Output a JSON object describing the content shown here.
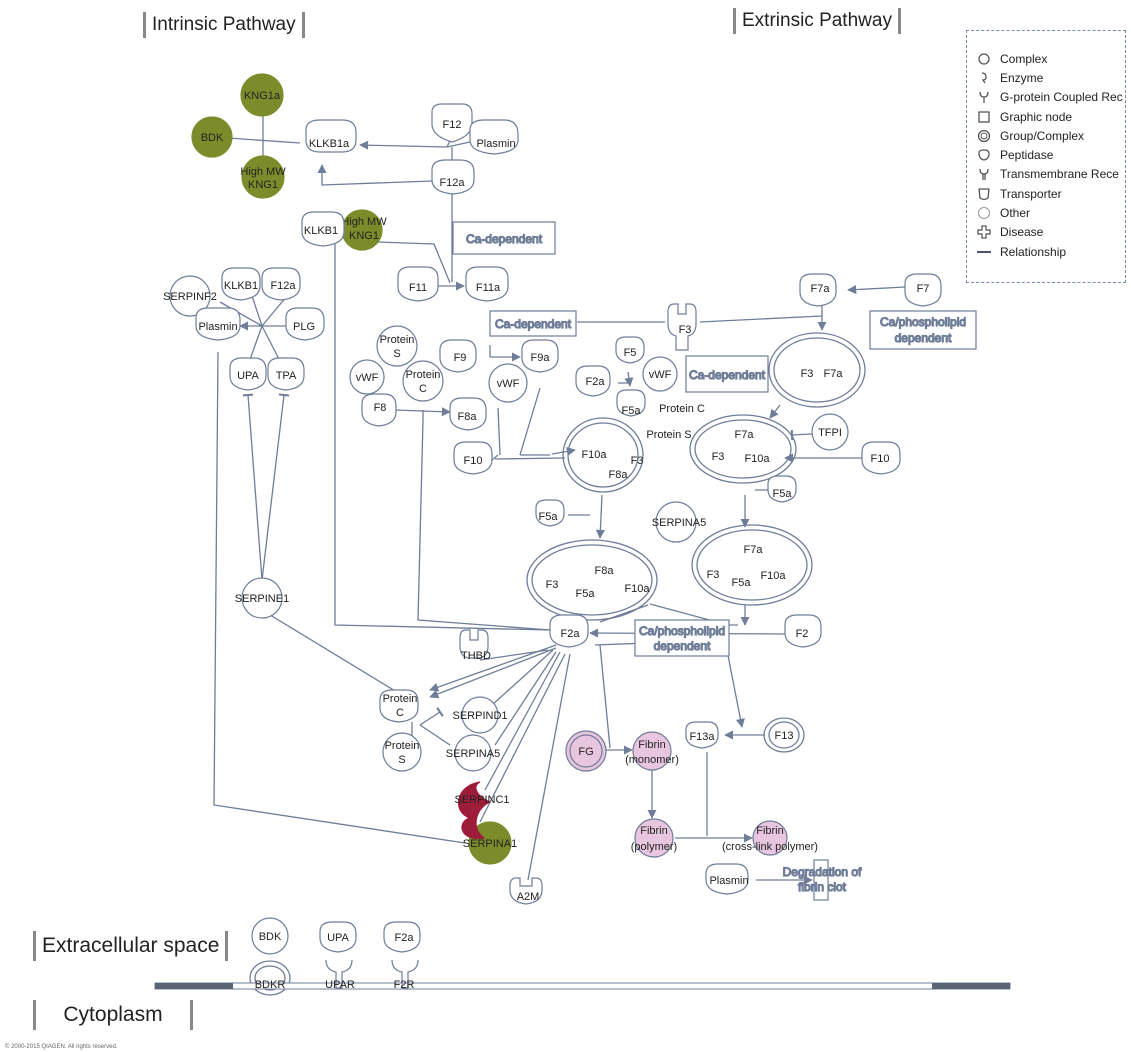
{
  "headers": {
    "intrinsic": "Intrinsic Pathway",
    "extrinsic": "Extrinsic Pathway",
    "extracellular": "Extracellular space",
    "cytoplasm": "Cytoplasm"
  },
  "legend": {
    "items": [
      {
        "label": "Complex",
        "icon": "complex-icon"
      },
      {
        "label": "Enzyme",
        "icon": "enzyme-icon"
      },
      {
        "label": "G-protein Coupled Rec",
        "icon": "gpcr-icon"
      },
      {
        "label": "Graphic node",
        "icon": "graphic-node-icon"
      },
      {
        "label": "Group/Complex",
        "icon": "group-complex-icon"
      },
      {
        "label": "Peptidase",
        "icon": "peptidase-icon"
      },
      {
        "label": "Transmembrane Rece",
        "icon": "transmembrane-receptor-icon"
      },
      {
        "label": "Transporter",
        "icon": "transporter-icon"
      },
      {
        "label": "Other",
        "icon": "other-icon"
      },
      {
        "label": "Disease",
        "icon": "disease-icon"
      },
      {
        "label": "Relationship",
        "icon": "relationship-icon"
      }
    ]
  },
  "colors": {
    "highlight_green": "#7d8c2a",
    "highlight_pink": "#e8c6df",
    "highlight_red": "#9c1c3a",
    "line": "#6f7d99"
  },
  "boxes": {
    "ca_dependent_1": "Ca-dependent",
    "ca_dependent_2": "Ca-dependent",
    "ca_dependent_3": "Ca-dependent",
    "ca_phospholipid_1": [
      "Ca/phospholipid",
      "dependent"
    ],
    "ca_phospholipid_2": [
      "Ca/phospholipid",
      "dependent"
    ],
    "degradation": [
      "Degradation of",
      "fibrin clot"
    ]
  },
  "nodes": {
    "kng1a": "KNG1a",
    "bdk": "BDK",
    "high_mw_kng1_a": [
      "High MW",
      "KNG1"
    ],
    "klkb1a": "KLKB1a",
    "f12": "F12",
    "plasmin_top": "Plasmin",
    "f12a_top": "F12a",
    "klkb1_mid": "KLKB1",
    "high_mw_kng1_b": [
      "High MW",
      "KNG1"
    ],
    "f11": "F11",
    "f11a": "F11a",
    "serpinf2": "SERPINF2",
    "klkb1_left": "KLKB1",
    "f12a_left": "F12a",
    "plasmin_left": "Plasmin",
    "plg": "PLG",
    "upa": "UPA",
    "tpa": "TPA",
    "protein_s_top": [
      "Protein",
      "S"
    ],
    "vwf_left": "vWF",
    "protein_c_top": [
      "Protein",
      "C"
    ],
    "f8": "F8",
    "f8a": "F8a",
    "f9": "F9",
    "f9a": "F9a",
    "vwf_mid": "vWF",
    "f10_left": "F10",
    "f3_top": "F3",
    "f5": "F5",
    "f2a_small": "F2a",
    "vwf_right": "vWF",
    "f5a_top": "F5a",
    "protein_c_mid": "Protein C",
    "protein_s_mid": "Protein S",
    "f7a": "F7a",
    "f7": "F7",
    "f3_f7a_complex": [
      "F3",
      "F7a"
    ],
    "tenase_f10a": "F10a",
    "tenase_f3": "F3",
    "tenase_f8a": "F8a",
    "tf_f7a": "F7a",
    "tf_f3": "F3",
    "tf_f10a": "F10a",
    "tfpi": "TFPI",
    "f10_right": "F10",
    "f5a_right": "F5a",
    "f5a_left": "F5a",
    "serpina5_mid": "SERPINA5",
    "pro_f3": "F3",
    "pro_f8a": "F8a",
    "pro_f5a": "F5a",
    "pro_f10a": "F10a",
    "pro2_f7a": "F7a",
    "pro2_f3": "F3",
    "pro2_f5a": "F5a",
    "pro2_f10a": "F10a",
    "serpine1": "SERPINE1",
    "f2a": "F2a",
    "f2": "F2",
    "thbd": "THBD",
    "protein_c_bottom": [
      "Protein",
      "C"
    ],
    "serpind1": "SERPIND1",
    "protein_s_bottom": [
      "Protein",
      "S"
    ],
    "serpina5_bottom": "SERPINA5",
    "serpinc1": "SERPINC1",
    "serpina1": "SERPINA1",
    "a2m": "A2M",
    "fg": "FG",
    "fibrin_monomer": [
      "Fibrin",
      "(monomer)"
    ],
    "f13a": "F13a",
    "f13": "F13",
    "fibrin_polymer": [
      "Fibrin",
      "(polymer)"
    ],
    "fibrin_crosslink": [
      "Fibrin",
      "(cross-link polymer)"
    ],
    "plasmin_bottom": "Plasmin",
    "bdk_membrane": "BDK",
    "upa_membrane": "UPA",
    "f2a_membrane": "F2a",
    "bdkr": "BDKR",
    "upar": "UPAR",
    "f2r": "F2R"
  },
  "copyright": "© 2000-2015 QIAGEN. All rights reserved."
}
